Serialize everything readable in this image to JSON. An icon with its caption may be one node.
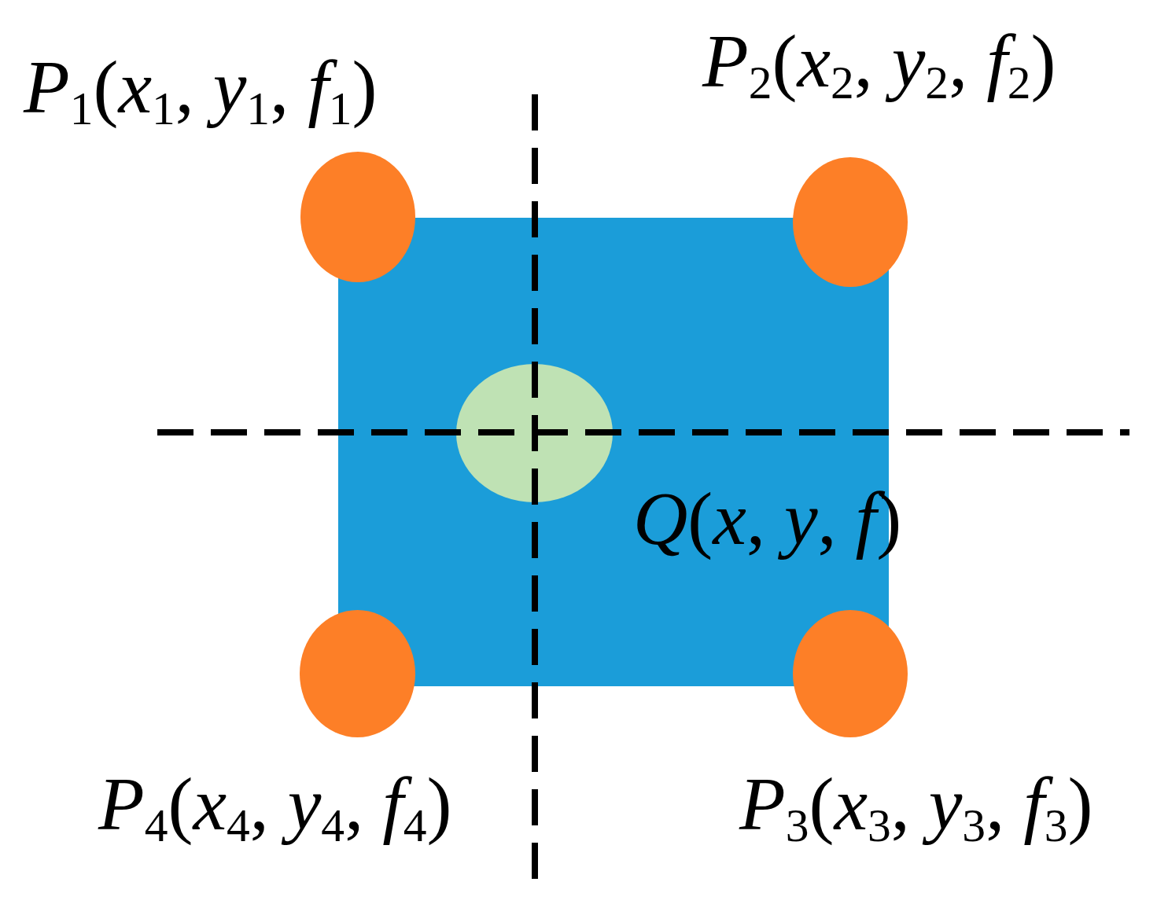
{
  "diagram": {
    "nodes": [
      {
        "text": [],
        "shape": "box"
      },
      {
        "text": [],
        "shape": "circle",
        "beside": [
          "*P*$_{1}$(*x*$_{1}$, *y*$_{1}$, *f*$_{1}$)"
        ]
      },
      {
        "text": [],
        "shape": "circle",
        "beside": [
          "*P*$_{2}$(*x*$_{2}$, *y*$_{2}$, *f*$_{2}$)"
        ]
      },
      {
        "text": [],
        "shape": "circle",
        "in": 0,
        "beside": [
          "*Q*(*x*, *y*, *f*)"
        ]
      },
      {
        "text": [],
        "shape": "circle",
        "beside": [
          "*P*$_{4}$(*x*$_{4}$, *y*$_{4}$, *f*$_{4}$)"
        ]
      },
      {
        "text": [],
        "shape": "circle",
        "beside": [
          "*P*$_{3}$(*x*$_{3}$, *y*$_{3}$, *f*$_{3}$)"
        ]
      }
    ]
  }
}
